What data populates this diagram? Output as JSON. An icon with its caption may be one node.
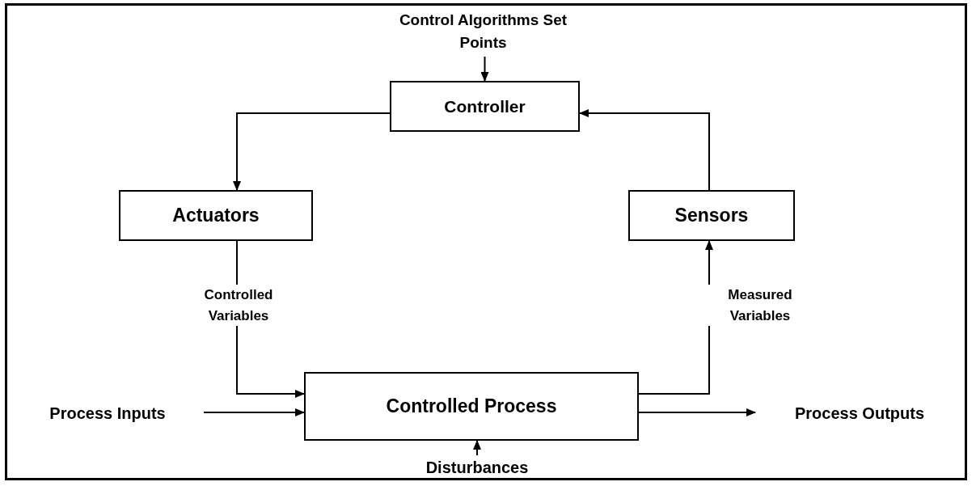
{
  "diagram": {
    "nodes": [
      {
        "text": [
          "Control Algorithms Set Points"
        ]
      },
      {
        "text": [
          "Controller"
        ]
      },
      {
        "text": [
          "Actuators"
        ]
      },
      {
        "text": [
          "Sensors"
        ]
      },
      {
        "text": [
          "Controlled Process"
        ]
      },
      {
        "text": [
          "Process Inputs"
        ]
      },
      {
        "text": [
          "Process Outputs"
        ]
      },
      {
        "text": [
          "Disturbances"
        ]
      }
    ],
    "edges": [
      {
        "from": 0,
        "to": 1,
        "arrow": "to"
      },
      {
        "from": 1,
        "to": 2,
        "arrow": "to"
      },
      {
        "from": 2,
        "to": 4,
        "arrow": "to",
        "label": "Controlled Variables"
      },
      {
        "from": 4,
        "to": 3,
        "arrow": "to",
        "label": "Measured Variables"
      },
      {
        "from": 3,
        "to": 1,
        "arrow": "to"
      },
      {
        "from": 5,
        "to": 4,
        "arrow": "to"
      },
      {
        "from": 4,
        "to": 6,
        "arrow": "to"
      },
      {
        "from": 7,
        "to": 4,
        "arrow": "to"
      }
    ]
  }
}
